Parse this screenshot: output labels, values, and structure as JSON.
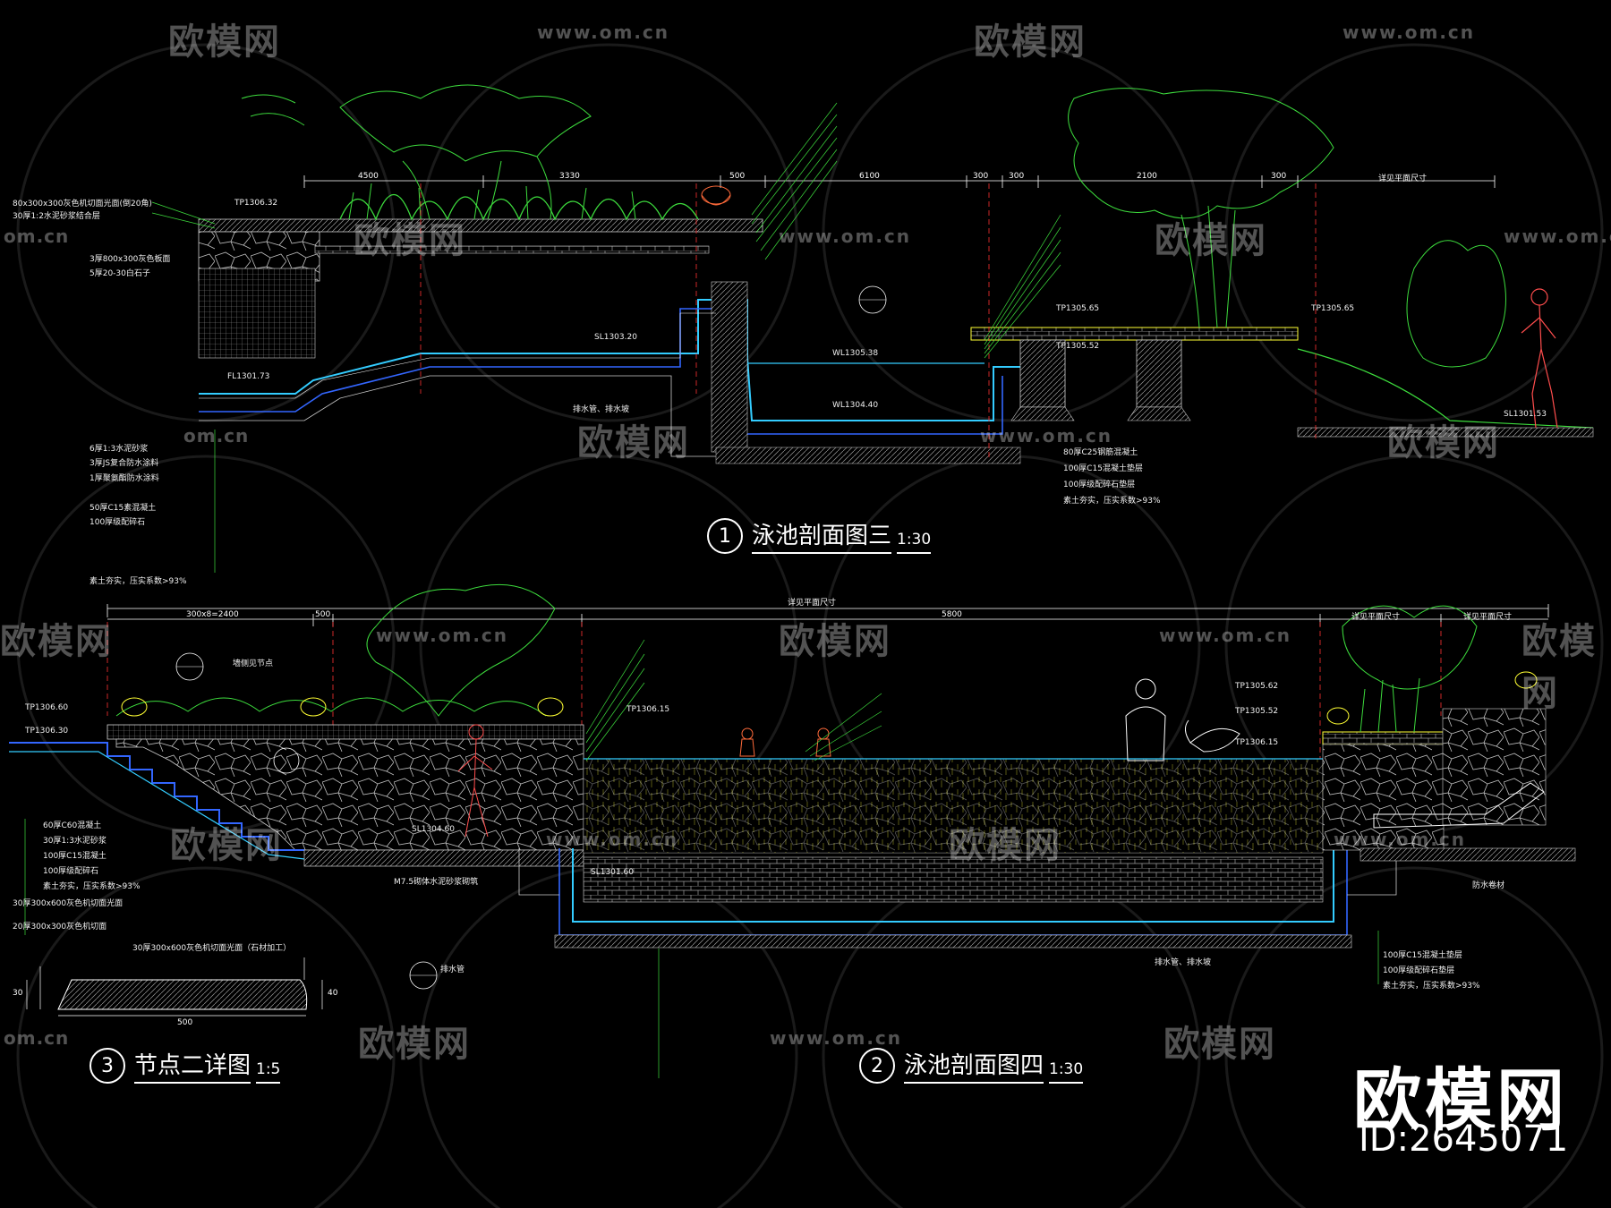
{
  "drawing_titles": [
    {
      "num": "1",
      "text": "泳池剖面图三",
      "scale": "1:30"
    },
    {
      "num": "2",
      "text": "泳池剖面图四",
      "scale": "1:30"
    },
    {
      "num": "3",
      "text": "节点二详图",
      "scale": "1:5"
    }
  ],
  "watermark": {
    "brand_cn": "欧模网",
    "url": "www.om.cn",
    "short": "om.cn"
  },
  "brand": {
    "name": "欧模网",
    "id": "ID:2645071"
  },
  "section1_labels": [
    "80x300x300灰色机切面光面(倒20角)",
    "30厚1:2水泥砂浆结合层",
    "3厚800x300灰色板面",
    "5厚20-30白石子",
    "排水管、排水坡",
    "TP1306.32",
    "FL1301.73",
    "SL1303.20",
    "WL1305.38",
    "WL1304.40",
    "50厚C15素混凝土",
    "100厚级配碎石",
    "素土夯实，压实系数>93%",
    "6厚1:3水泥砂浆",
    "3厚JS复合防水涂料",
    "1厚聚氨酯防水涂料",
    "TP1305.65",
    "TP1305.65",
    "TP1305.52",
    "SL1301.53",
    "80厚C25钢筋混凝土",
    "100厚C15混凝土垫层",
    "100厚级配碎石垫层",
    "素土夯实，压实系数>93%"
  ],
  "section2_labels": [
    "TP1306.60",
    "TP1306.30",
    "TP1305.62",
    "TP1305.52",
    "TP1306.15",
    "TP1306.15",
    "SL1301.60",
    "SL1304.60",
    "60厚C60混凝土",
    "30厚1:3水泥砂浆",
    "100厚C15混凝土",
    "100厚级配碎石",
    "素土夯实，压实系数>93%",
    "30厚300x600灰色机切面光面",
    "20厚300x300灰色机切面",
    "排水管",
    "墙侧见节点",
    "M7.5砌体水泥砂浆砌筑",
    "排水管、排水坡",
    "素土夯实，压实系数>93%",
    "防水卷材",
    "100厚C15混凝土垫层",
    "100厚级配碎石垫层"
  ],
  "detail3_labels": [
    "30厚300x600灰色机切面光面（石材加工）",
    "500",
    "30",
    "40"
  ],
  "dims_top1": [
    "4500",
    "3330",
    "500",
    "6100",
    "300",
    "300",
    "2100",
    "300",
    "详见平面尺寸"
  ],
  "dims_top2": [
    "详见平面尺寸",
    "300x8=2400",
    "500",
    "5800",
    "详见平面尺寸",
    "详见平面尺寸"
  ],
  "colors": {
    "background": "#000000",
    "green": "#3ddc3d",
    "cyan": "#33ccff",
    "blue": "#3366ff",
    "red": "#ff3333",
    "yellow": "#ffff33",
    "white": "#ffffff",
    "gray": "#aaaaaa"
  }
}
